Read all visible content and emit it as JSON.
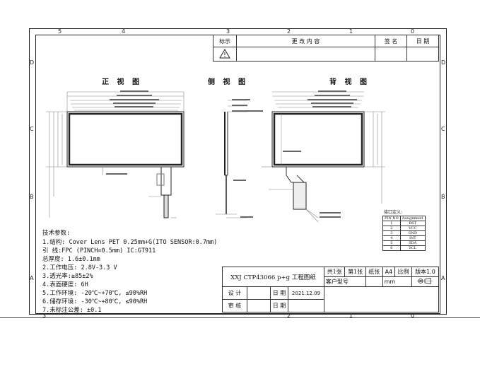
{
  "zones": {
    "top": [
      "5",
      "4",
      "3",
      "2",
      "1",
      "0"
    ],
    "bottom": [
      "3",
      "2",
      "1",
      "0"
    ],
    "left": [
      "D",
      "C",
      "B",
      "A"
    ],
    "right": [
      "D",
      "C",
      "B",
      "A"
    ]
  },
  "revision": {
    "mark_header": "标示",
    "content_header": "更 改 内 容",
    "sign_header": "签 名",
    "date_header": "日 期"
  },
  "views": {
    "front": "正 视 图",
    "side": "侧 视 图",
    "back": "背 视 图"
  },
  "tech": {
    "title": "技术参数:",
    "lines": [
      "1.结构: Cover Lens PET 0.25mm+G(ITO SENSOR:0.7mm)",
      "引  线:FPC (PINCH=0.5mm)  IC:GT911",
      "总厚度: 1.6±0.1mm",
      "2.工作电压: 2.8V-3.3 V",
      "3.透光率:≥85±2%",
      "4.表面硬度: 6H",
      "5.工作环境: -20℃~+70℃, ≤90%RH",
      "6.储存环境: -30℃~+80℃, ≤90%RH",
      "7.未标注公差: ±0.1"
    ]
  },
  "title_block": {
    "product": "XXJ CTP43066 p+g 工程图纸",
    "total": "共1张",
    "sheet": "第1张",
    "paper_label": "纸张",
    "paper": "A4",
    "scale_label": "比例",
    "version": "版本1.0",
    "part_no": "客户型号",
    "unit": "mm",
    "design": "设 计",
    "review": "审 核",
    "date_label": "日 期",
    "date": "2021.12.09",
    "date_label2": "日 期"
  },
  "pin_table": {
    "title": "接口定义:",
    "headers": [
      "PIN NO",
      "Assignment"
    ],
    "rows": [
      [
        "1",
        "RST"
      ],
      [
        "2",
        "VCC"
      ],
      [
        "3",
        "GND"
      ],
      [
        "4",
        "INT"
      ],
      [
        "5",
        "SDA"
      ],
      [
        "6",
        "SCL"
      ]
    ]
  }
}
